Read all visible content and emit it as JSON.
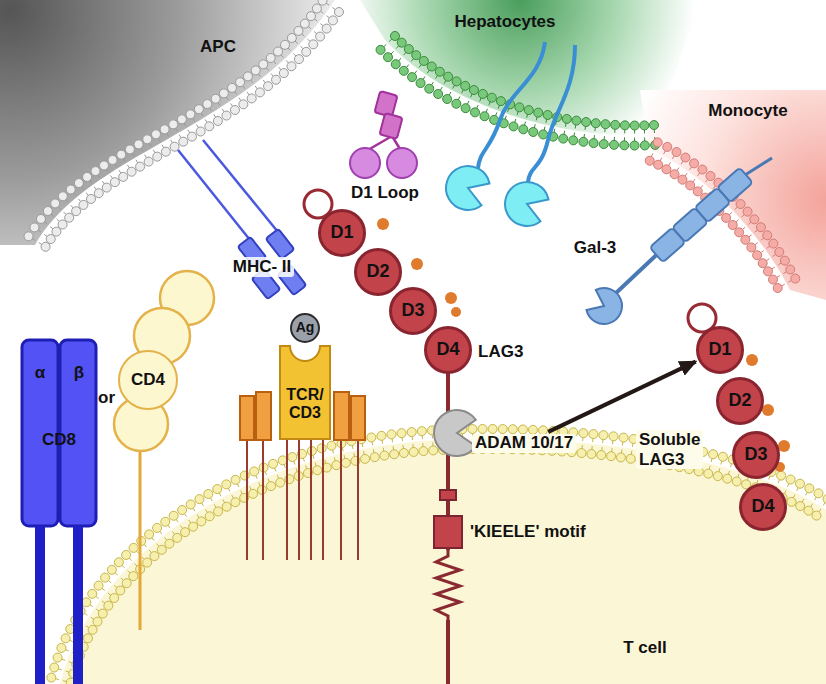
{
  "diagram": {
    "nodes": [
      {
        "text": [
          "CD4"
        ]
      },
      {
        "text": [
          "Ag"
        ]
      },
      {
        "text": [
          "TCR/ CD3"
        ]
      },
      {
        "text": [
          "D1"
        ]
      },
      {
        "text": [
          "D2"
        ]
      },
      {
        "text": [
          "D3"
        ]
      },
      {
        "text": [
          "D4"
        ]
      },
      {
        "text": [
          "ADAM 10/17"
        ]
      },
      {
        "text": [
          "D1"
        ]
      },
      {
        "text": [
          "D2"
        ]
      },
      {
        "text": [
          "D3"
        ]
      },
      {
        "text": [
          "D4"
        ]
      }
    ],
    "edges": [
      {
        "from": 7,
        "to": 8,
        "arrow": "to"
      }
    ],
    "labels": [
      "APC",
      "Hepatocytes",
      "Monocyte",
      "D1 Loop",
      "MHC- II",
      "Gal-3",
      "LAG3",
      "or",
      "α",
      "β",
      "CD8",
      "Soluble LAG3",
      "'KIEELE' motif",
      "T cell"
    ]
  }
}
